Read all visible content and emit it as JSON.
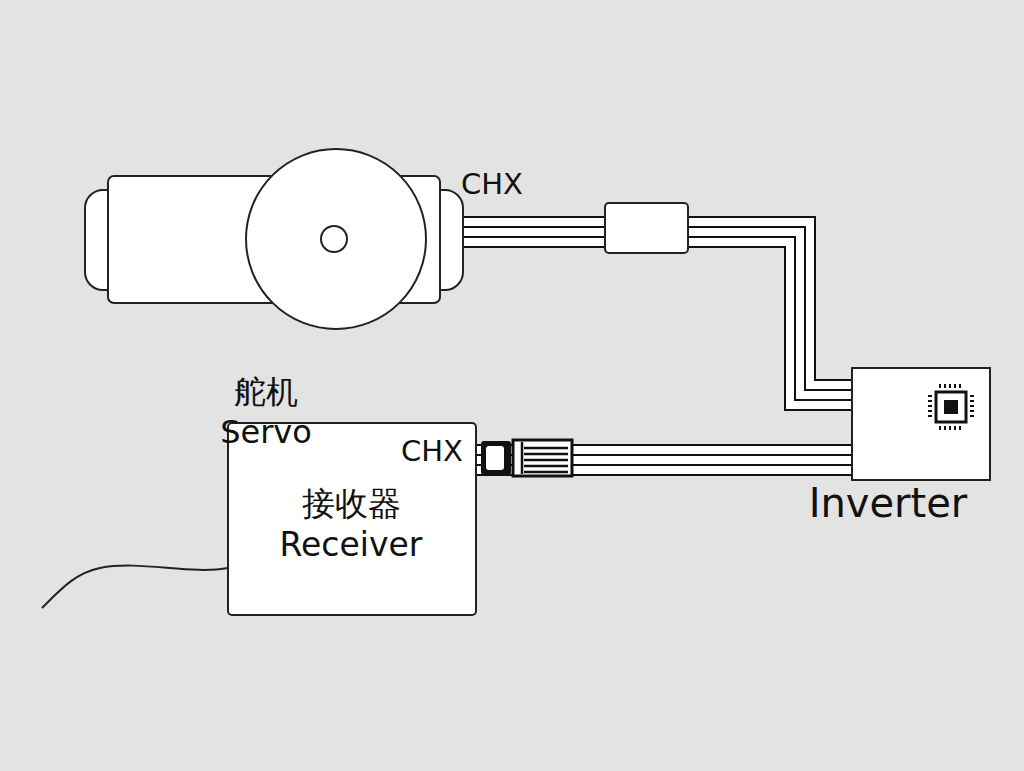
{
  "diagram": {
    "nodes": [
      {
        "text": [
          "舵机 Servo"
        ]
      },
      {
        "text": [
          "CHX",
          "接收器 Receiver"
        ]
      },
      {
        "text": [
          "Inverter"
        ]
      }
    ],
    "edges": [
      {
        "from": 0,
        "to": 2,
        "arrow": "none"
      },
      {
        "from": 1,
        "to": 2,
        "arrow": "none"
      }
    ],
    "labels": [
      "CHX"
    ]
  }
}
